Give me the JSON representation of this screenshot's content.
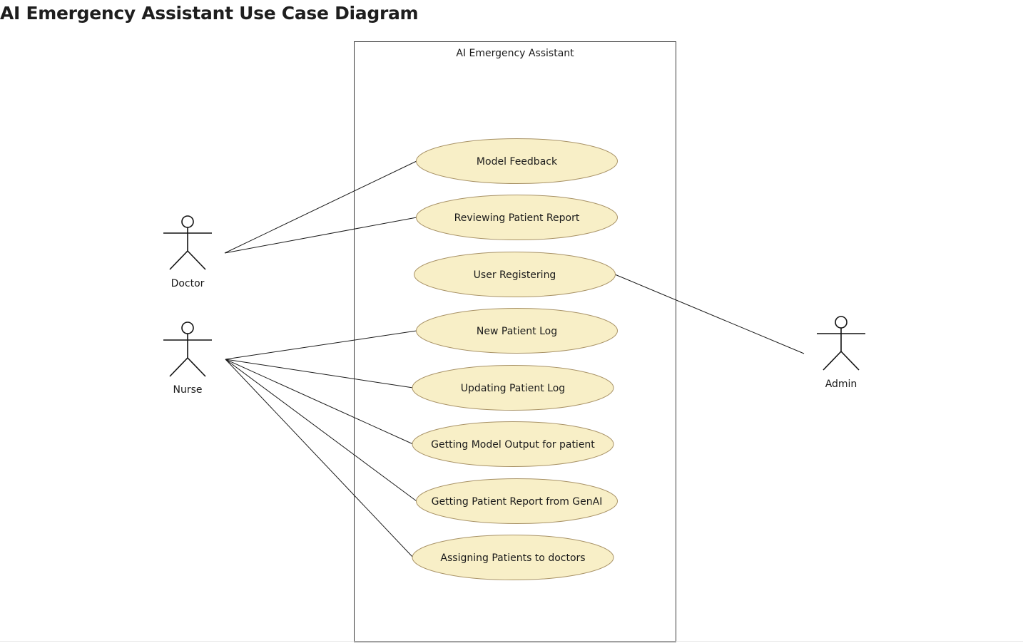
{
  "title": "AI Emergency Assistant Use Case Diagram",
  "colors": {
    "use_case_fill": "#f8efc7",
    "use_case_stroke": "#a89266",
    "line": "#1a1a1a"
  },
  "system": {
    "name": "AI Emergency Assistant"
  },
  "actors": {
    "doctor": "Doctor",
    "nurse": "Nurse",
    "admin": "Admin"
  },
  "use_cases": {
    "model_feedback": "Model Feedback",
    "reviewing_patient_report": "Reviewing Patient Report",
    "user_registering": "User Registering",
    "new_patient_log": "New Patient Log",
    "updating_patient_log": "Updating Patient Log",
    "getting_model_output": "Getting Model Output for patient",
    "getting_patient_report": "Getting Patient Report from GenAI",
    "assigning_patients": "Assigning Patients to doctors"
  },
  "associations": [
    [
      "Doctor",
      "Model Feedback"
    ],
    [
      "Doctor",
      "Reviewing Patient Report"
    ],
    [
      "Admin",
      "User Registering"
    ],
    [
      "Nurse",
      "New Patient Log"
    ],
    [
      "Nurse",
      "Updating Patient Log"
    ],
    [
      "Nurse",
      "Getting Model Output for patient"
    ],
    [
      "Nurse",
      "Getting Patient Report from GenAI"
    ],
    [
      "Nurse",
      "Assigning Patients to doctors"
    ]
  ]
}
